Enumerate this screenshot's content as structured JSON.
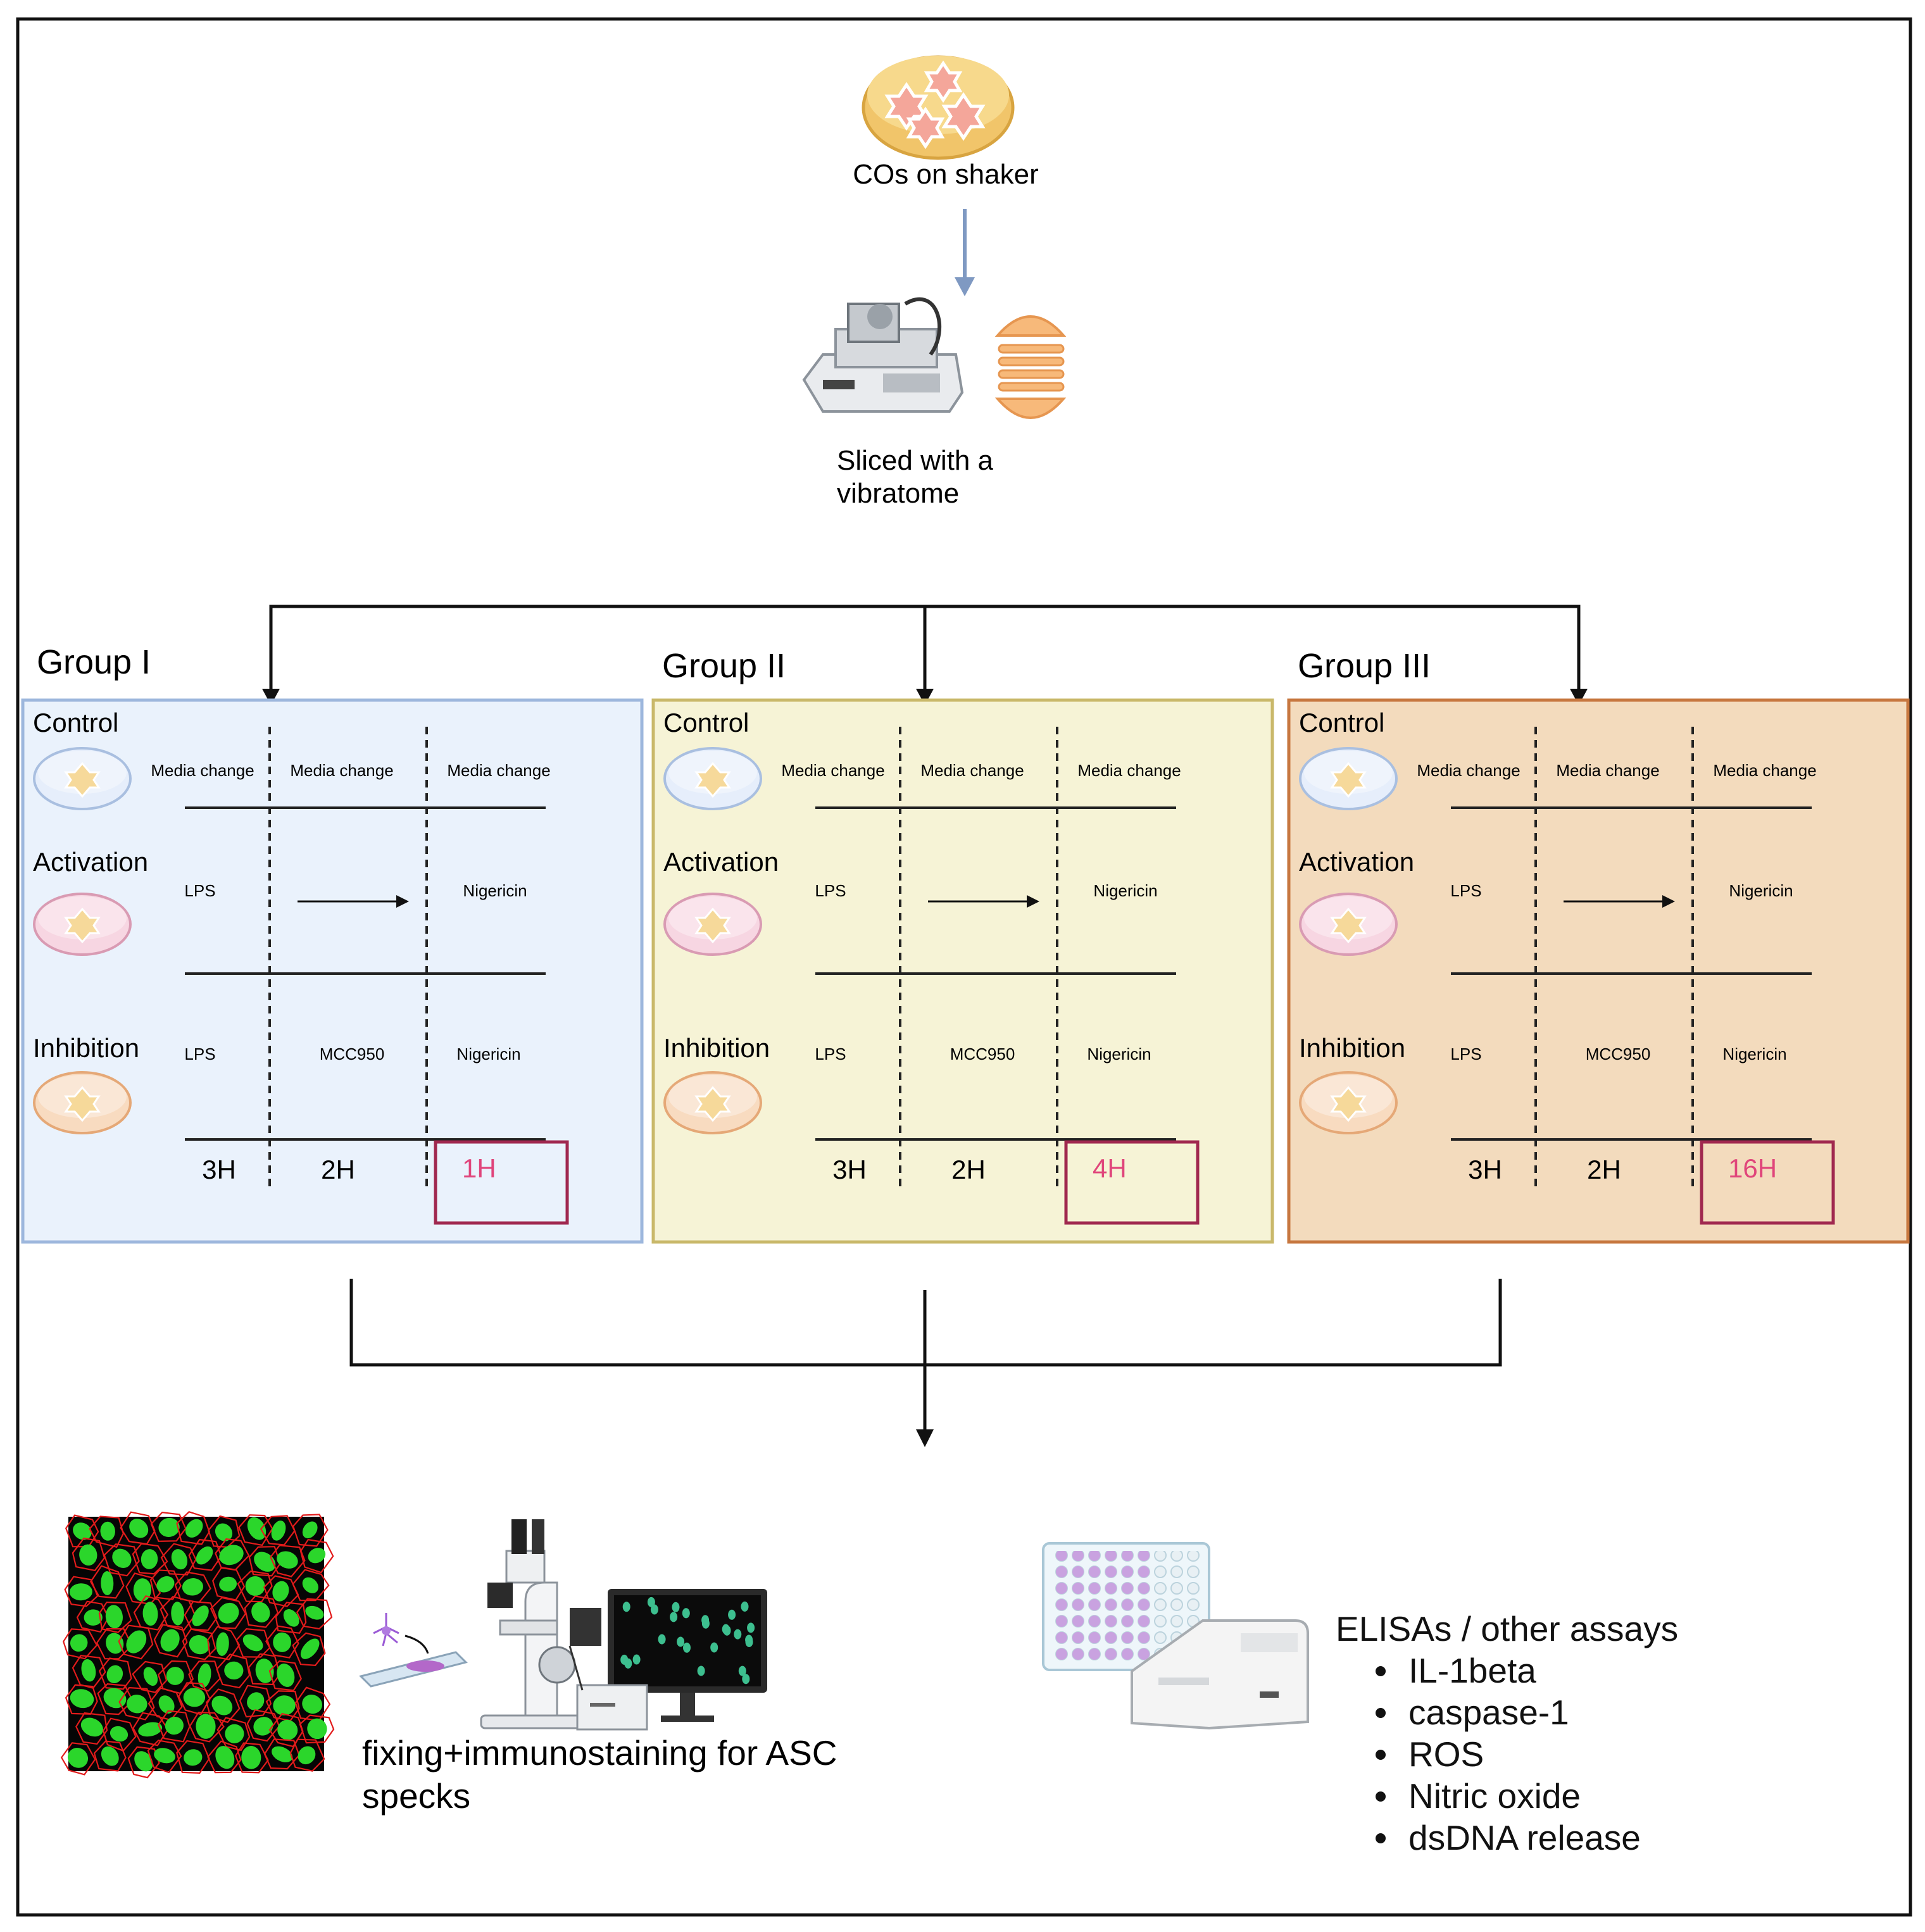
{
  "top": {
    "step1_label": "COs on shaker",
    "step2_label_line1": "Sliced with a",
    "step2_label_line2": "vibratome"
  },
  "groups": [
    {
      "title": "Group I",
      "bg": "#eaf2fc",
      "border": "#9db7dd",
      "final_hour": "1H"
    },
    {
      "title": "Group II",
      "bg": "#f6f3d6",
      "border": "#c9b86a",
      "final_hour": "4H"
    },
    {
      "title": "Group III",
      "bg": "#f3dbbd",
      "border": "#c7773f",
      "final_hour": "16H"
    }
  ],
  "rows": {
    "control": {
      "label": "Control",
      "col1": "Media change",
      "col2": "Media change",
      "col3": "Media change"
    },
    "activation": {
      "label": "Activation",
      "col1": "LPS",
      "col3": "Nigericin"
    },
    "inhibition": {
      "label": "Inhibition",
      "col1": "LPS",
      "col2": "MCC950",
      "col3": "Nigericin"
    }
  },
  "hours": {
    "h1": "3H",
    "h2": "2H"
  },
  "colors": {
    "highlight_text": "#e0457b",
    "highlight_box": "#a0284f",
    "arrow_blue": "#7f99c2"
  },
  "bottom": {
    "microscopy_label_line1": "fixing+immunostaining for ASC",
    "microscopy_label_line2": "specks",
    "assays_title": "ELISAs / other assays",
    "assays": [
      "IL-1beta",
      "caspase-1",
      "ROS",
      "Nitric oxide",
      "dsDNA release"
    ]
  },
  "icons": [
    "petri-dish-icon",
    "vibratome-icon",
    "sliced-organoid-icon",
    "cell-stain-image",
    "microscope-icon",
    "monitor-icon",
    "slide-icon",
    "well-plate-icon",
    "plate-reader-icon"
  ]
}
